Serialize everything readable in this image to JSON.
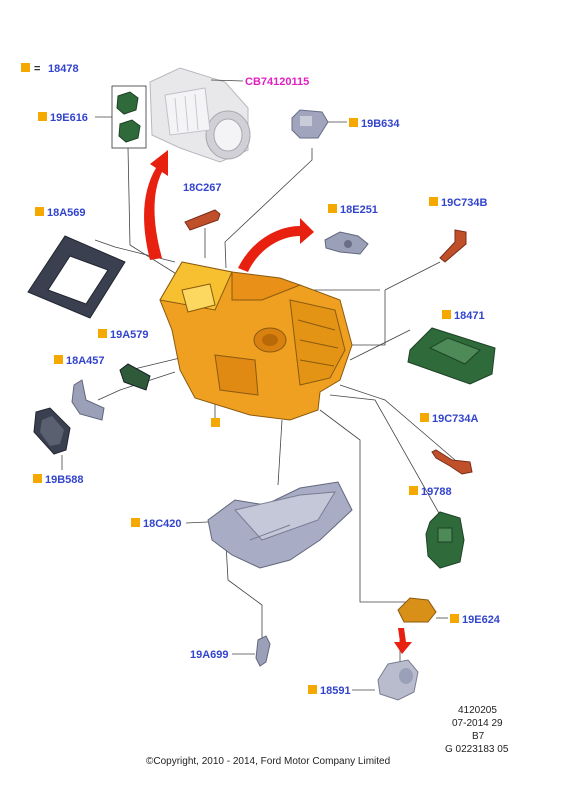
{
  "legend": {
    "equals": "=",
    "code": "18478"
  },
  "parts": {
    "cb74120115": "CB74120115",
    "p19e616": "19E616",
    "p19b634": "19B634",
    "p18c267": "18C267",
    "p18a569": "18A569",
    "p18e251": "18E251",
    "p19c734b": "19C734B",
    "p18471": "18471",
    "p19a579": "19A579",
    "p18a457": "18A457",
    "p19b588": "19B588",
    "p19c734a": "19C734A",
    "p19788": "19788",
    "p18c420": "18C420",
    "p19e624": "19E624",
    "p19a699": "19A699",
    "p18591": "18591"
  },
  "footer": {
    "line1": "4120205",
    "line2": "07-2014 29",
    "line3": "B7",
    "line4": "G 0223183 05",
    "copyright": "©Copyright, 2010 - 2014, Ford Motor Company Limited"
  },
  "colors": {
    "label_blue": "#3344cc",
    "label_magenta": "#e020c0",
    "marker_orange": "#f5a800",
    "arrow_red": "#e82010",
    "assembly_orange": "#f0a020",
    "part_green": "#2f6a3a",
    "part_grey": "#9aa0b8",
    "part_dark": "#3a4050",
    "part_rust": "#c0502a"
  }
}
